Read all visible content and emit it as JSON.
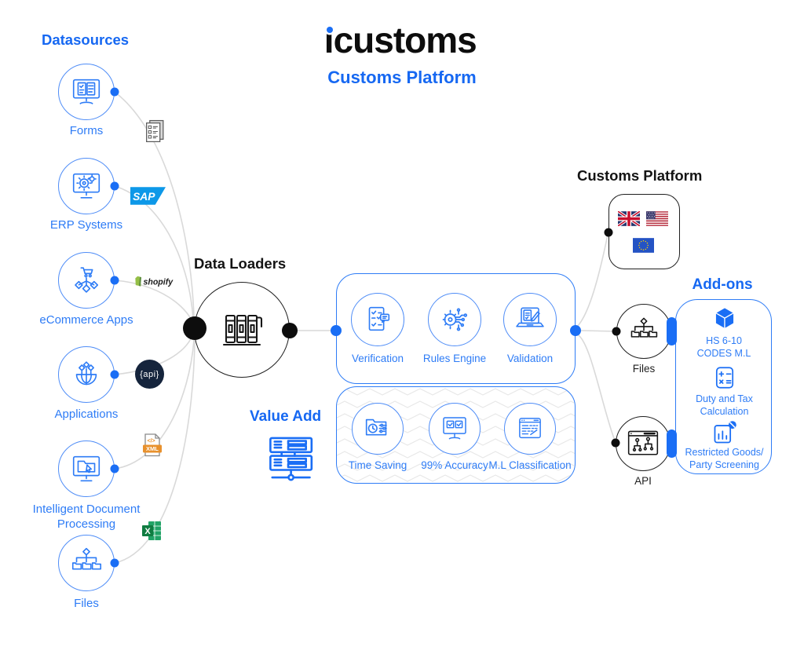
{
  "colors": {
    "primary_blue": "#1668f2",
    "label_blue": "#2e7cf6",
    "circle_stroke_blue": "#4f8df7",
    "black": "#141414",
    "line_gray": "#d9d9d9",
    "pill_blue": "#1a6ef5",
    "sap_blue": "#0d98e8",
    "shopify_green": "#95bf47",
    "excel_green": "#107c41",
    "xml_orange": "#e8912d",
    "api_badge_bg": "#15243c"
  },
  "header": {
    "logo": "icustoms",
    "subtitle": "Customs Platform"
  },
  "datasources": {
    "title": "Datasources",
    "items": [
      {
        "label": "Forms",
        "icon": "forms-monitor-icon",
        "connector_icon": "document-checklist-icon",
        "connector_text": ""
      },
      {
        "label": "ERP Systems",
        "icon": "erp-monitor-gears-icon",
        "connector_icon": "sap-logo",
        "connector_text": "SAP"
      },
      {
        "label": "eCommerce Apps",
        "icon": "ecommerce-cart-network-icon",
        "connector_icon": "shopify-logo",
        "connector_text": "shopify"
      },
      {
        "label": "Applications",
        "icon": "applications-globe-icon",
        "connector_icon": "api-badge",
        "connector_text": "{api}"
      },
      {
        "label": "Intelligent Document Processing",
        "icon": "idp-monitor-folder-icon",
        "connector_icon": "xml-file-icon",
        "connector_text": "XML",
        "connector_glyph": "</>"
      },
      {
        "label": "Files",
        "icon": "files-folder-tree-icon",
        "connector_icon": "excel-logo",
        "connector_text": "X"
      }
    ]
  },
  "data_loaders": {
    "title": "Data Loaders",
    "icon": "database-columns-icon"
  },
  "processing_box": {
    "items": [
      {
        "label": "Verification",
        "icon": "verification-checklist-icon"
      },
      {
        "label": "Rules Engine",
        "icon": "rules-engine-gear-circuit-icon"
      },
      {
        "label": "Validation",
        "icon": "validation-laptop-icon"
      }
    ]
  },
  "value_add": {
    "title": "Value Add",
    "icon": "server-network-icon",
    "items": [
      {
        "label": "Time Saving",
        "icon": "time-saving-folder-clock-icon"
      },
      {
        "label": "99% Accuracy",
        "icon": "accuracy-monitor-checks-icon"
      },
      {
        "label": "M.L Classification",
        "icon": "ml-classification-window-icon"
      }
    ]
  },
  "customs_platform": {
    "title": "Customs Platform",
    "flags": [
      {
        "name": "uk-flag"
      },
      {
        "name": "us-flag"
      },
      {
        "name": "eu-flag"
      }
    ]
  },
  "outputs": [
    {
      "label": "Files",
      "icon": "files-folder-tree-icon"
    },
    {
      "label": "API",
      "icon": "api-window-circuit-icon"
    }
  ],
  "addons": {
    "title": "Add-ons",
    "items": [
      {
        "label": "HS 6-10 CODES M.L",
        "icon": "hs-codes-cube-icon"
      },
      {
        "label": "Duty and Tax Calculation",
        "icon": "calculator-icon"
      },
      {
        "label": "Restricted Goods/ Party Screening",
        "icon": "restricted-goods-chart-icon"
      }
    ]
  }
}
